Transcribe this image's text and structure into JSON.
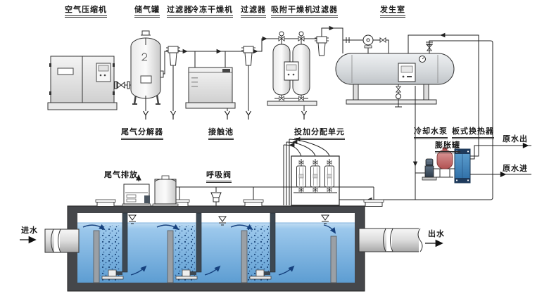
{
  "labels": {
    "air_compressor": "空气压缩机",
    "air_tank": "储气罐",
    "filter_1": "过滤器",
    "freeze_dryer": "冷冻干燥机",
    "filter_2": "过滤器",
    "adsorption_dryer": "吸附干燥机",
    "filter_3": "过滤器",
    "generator": "发生室",
    "tail_gas_decomposer": "尾气分解器",
    "contact_tank": "接触池",
    "dosing_unit": "投加分配单元",
    "cooling_pump": "冷却水泵",
    "plate_heat_exchanger": "板式换热器",
    "expansion_tank": "膨胀罐",
    "raw_water_out": "原水出",
    "raw_water_in": "原水进",
    "tail_gas_discharge": "尾气排放",
    "breathing_valve": "呼吸阀",
    "water_in": "进水",
    "water_out": "出水"
  },
  "symbols": {
    "drain_valve": "Y",
    "water_level": "∇",
    "exhaust_direction": "↑"
  },
  "colors": {
    "water_blue": "#5f9fd2",
    "tank_wall_gray": "#45474b",
    "heat_exchanger_blue": "#3c7fb5",
    "expansion_tank_pink": "#c97676",
    "line_dark": "#222222",
    "flow_arrow_blue": "#16417e"
  }
}
